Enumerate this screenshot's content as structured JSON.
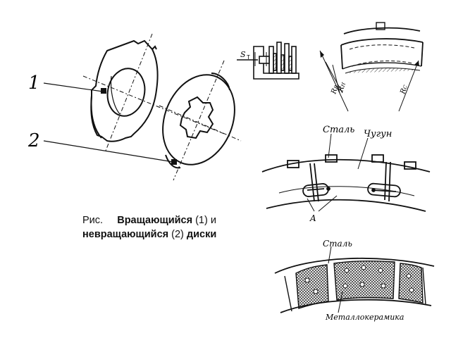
{
  "labels": {
    "disk1_number": "1",
    "disk2_number": "2",
    "st_symbol": "S",
    "st_subscript": "T",
    "rh_label": "R",
    "rh_sub": "Н",
    "rv_label": "R",
    "rv_sub": "В",
    "rc_label": "R",
    "rc_sub": "С",
    "steel_label_1": "Сталь",
    "castiron_label": "Чугун",
    "point_a_label": "A",
    "steel_label_2": "Сталь",
    "cermet_label": "Металлокерамика"
  },
  "caption": {
    "prefix": "Рис.",
    "part1_bold": "Вращающийся",
    "part1_num": " (1) и",
    "part2_bold": "невращающийся",
    "part2_num": " (2) ",
    "part2_end": "диски"
  },
  "colors": {
    "ink": "#111111",
    "paper": "#ffffff"
  }
}
